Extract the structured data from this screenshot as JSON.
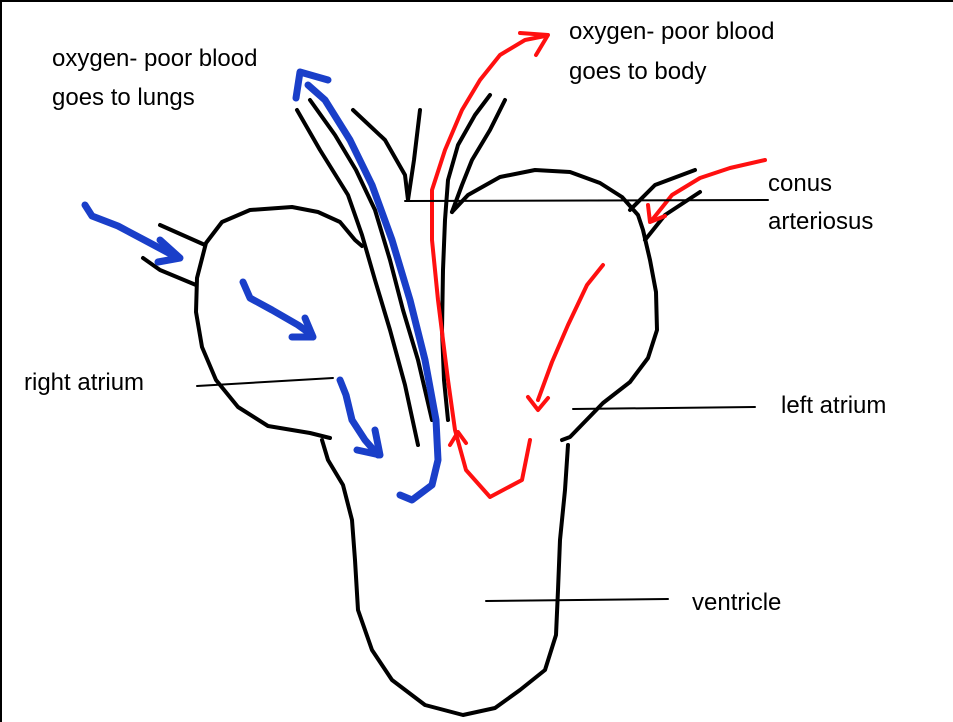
{
  "colors": {
    "background": "#ffffff",
    "outline": "#000000",
    "deoxygenated_arrow": "#1a3fc9",
    "oxygenated_arrow": "#ff1010",
    "frame_border": "#000000"
  },
  "labels": {
    "lungs_line1": "oxygen- poor blood",
    "lungs_line2": "goes to lungs",
    "body_line1": "oxygen- poor blood",
    "body_line2": "goes to body",
    "conus_line1": "conus",
    "conus_line2": "arteriosus",
    "right_atrium": "right atrium",
    "left_atrium": "left atrium",
    "ventricle": "ventricle"
  }
}
